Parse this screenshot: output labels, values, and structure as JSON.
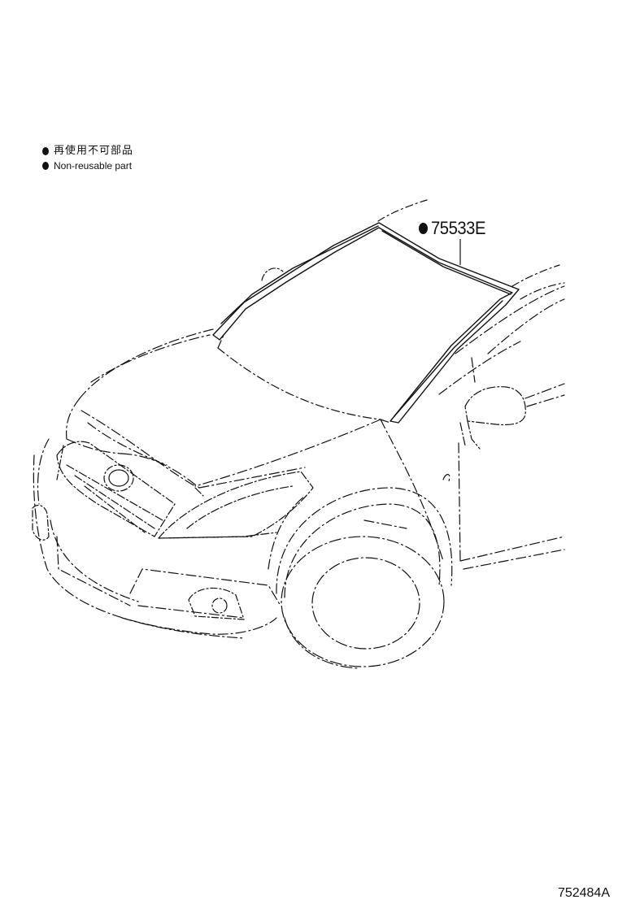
{
  "legend": {
    "items": [
      {
        "symbol": "bullet",
        "label": "再使用不可部品"
      },
      {
        "symbol": "bullet",
        "label": "Non-reusable part"
      }
    ]
  },
  "callouts": [
    {
      "part_number": "75533E",
      "marker": "bullet",
      "non_reusable": true
    }
  ],
  "figure_id": "752484A",
  "colors": {
    "line": "#111111",
    "background": "#ffffff"
  },
  "icons": {
    "bullet": "filled-circle"
  }
}
